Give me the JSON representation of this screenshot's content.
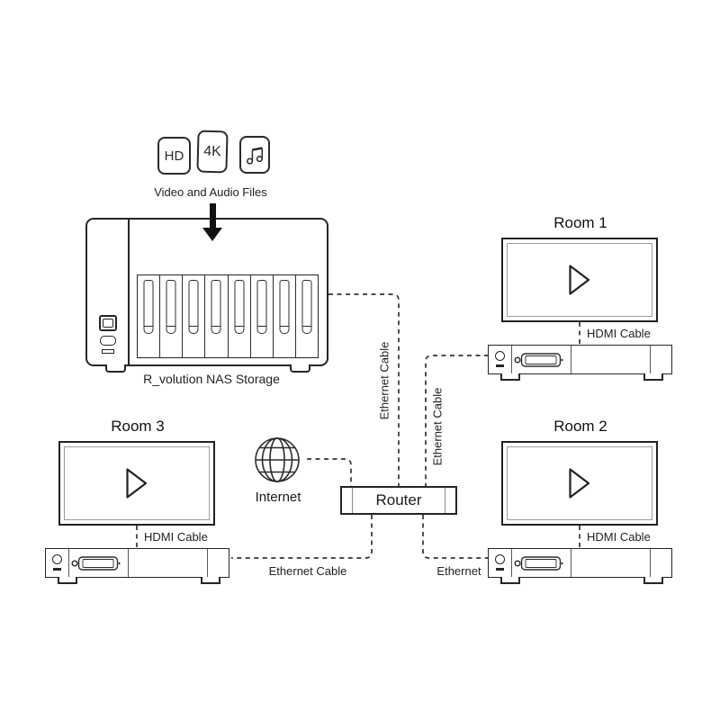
{
  "source": {
    "badge_hd": "HD",
    "badge_4k": "4K",
    "music_icon": "music-notes-icon",
    "caption": "Video and Audio Files"
  },
  "nas": {
    "label": "R_volution NAS Storage",
    "bays": 8
  },
  "internet": {
    "label": "Internet",
    "icon": "globe-icon"
  },
  "router": {
    "label": "Router"
  },
  "rooms": [
    {
      "title": "Room 1"
    },
    {
      "title": "Room 2"
    },
    {
      "title": "Room 3"
    }
  ],
  "labels": {
    "hdmi": "HDMI Cable",
    "ethernet_cable": "Ethernet Cable",
    "ethernet": "Ethernet"
  },
  "colors": {
    "line": "#262626",
    "dash": "#333333",
    "background": "#ffffff"
  }
}
